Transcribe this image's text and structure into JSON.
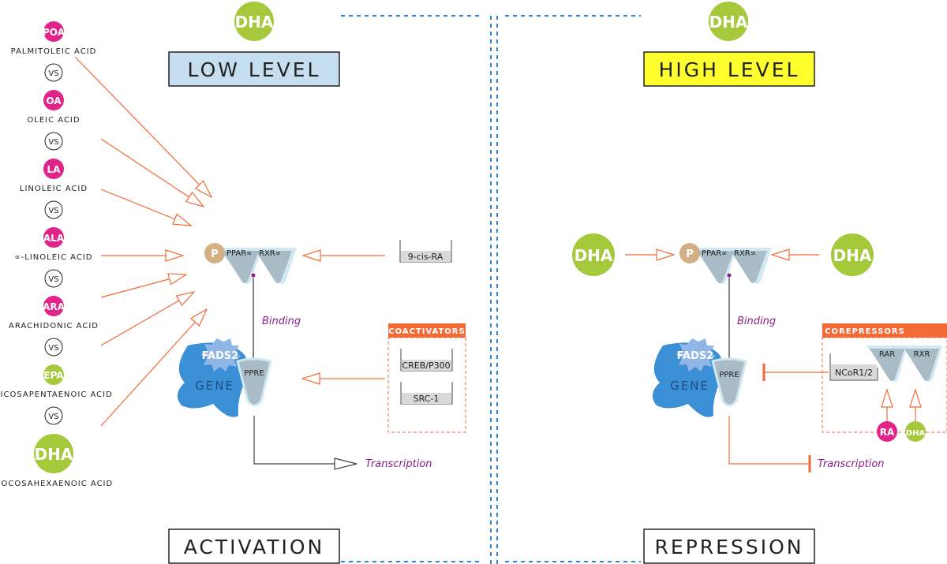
{
  "colors": {
    "accent_orange": "#f26a36",
    "magenta": "#e0248a",
    "green": "#a5c93a",
    "light_blue_box": "#c6dff0",
    "yellow_box": "#ffff2e",
    "divider_blue": "#2a86d9",
    "receptor_gray": "#a9bcc6",
    "receptor_glow": "#cfe8f2",
    "gene_blue": "#3b8fd4",
    "phospho_tan": "#d3b084",
    "purple_label": "#8b1f8a"
  },
  "acids": [
    {
      "abbr": "POA",
      "name": "PALMITOLEIC ACID",
      "color": "magenta"
    },
    {
      "abbr": "OA",
      "name": "OLEIC ACID",
      "color": "magenta"
    },
    {
      "abbr": "LA",
      "name": "LINOLEIC ACID",
      "color": "magenta"
    },
    {
      "abbr": "ALA",
      "name": "∝-LINOLEIC ACID",
      "color": "magenta"
    },
    {
      "abbr": "ARA",
      "name": "ARACHIDONIC ACID",
      "color": "magenta"
    },
    {
      "abbr": "EPA",
      "name": "EICOSAPENTAENOIC ACID",
      "color": "green"
    },
    {
      "abbr": "DHA",
      "name": "DOCOSAHEXAENOIC ACID",
      "color": "green"
    }
  ],
  "vs_label": "VS",
  "left_panel": {
    "top_badge": "DHA",
    "level_label": "LOW LEVEL",
    "phospho": "P",
    "receptor_left": "PPAR∝",
    "receptor_right": "RXR∝",
    "ligand": "9-cis-RA",
    "binding": "Binding",
    "gene_badge": "FADS2",
    "gene": "GENE",
    "ppre": "PPRE",
    "coactivators_title": "COACTIVATORS",
    "coactivators": [
      "CREB/P300",
      "SRC-1"
    ],
    "transcription": "Transcription",
    "bottom_label": "ACTIVATION"
  },
  "right_panel": {
    "top_badge": "DHA",
    "level_label": "HIGH LEVEL",
    "left_dha": "DHA",
    "right_dha": "DHA",
    "phospho": "P",
    "receptor_left": "PPAR∝",
    "receptor_right": "RXR∝",
    "binding": "Binding",
    "gene_badge": "FADS2",
    "gene": "GENE",
    "ppre": "PPRE",
    "corepressors_title": "COREPRESSORS",
    "corepressor": "NCoR1/2",
    "rar": "RAR",
    "rxr": "RXR",
    "ra_badge": "RA",
    "dha_badge": "DHA",
    "transcription": "Transcription",
    "bottom_label": "REPRESSION"
  }
}
